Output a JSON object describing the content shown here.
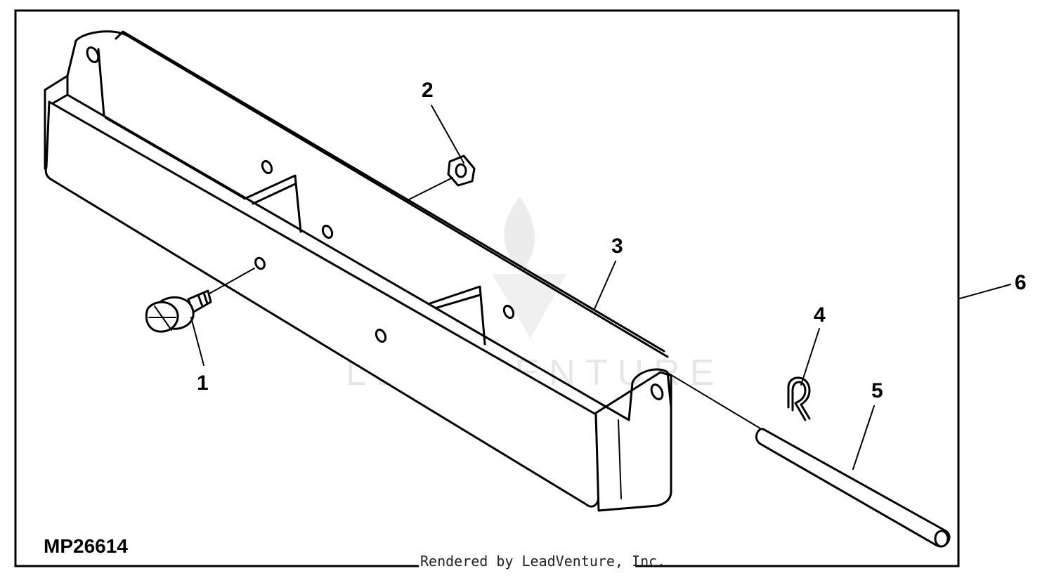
{
  "figure_id": "MP26614",
  "credit": "Rendered by LeadVenture, Inc.",
  "watermark": "LEADVENTURE",
  "icons": {
    "watermark": "flame-logo-icon",
    "clip": "r-clip-icon"
  },
  "colors": {
    "line": "#000000",
    "background": "#ffffff",
    "watermark": "#e7e7e7"
  },
  "callouts": [
    {
      "number": "1",
      "part": "bolt"
    },
    {
      "number": "2",
      "part": "nut"
    },
    {
      "number": "3",
      "part": "weight bracket"
    },
    {
      "number": "4",
      "part": "spring locking pin"
    },
    {
      "number": "5",
      "part": "pin"
    },
    {
      "number": "6",
      "part": "kit"
    }
  ]
}
